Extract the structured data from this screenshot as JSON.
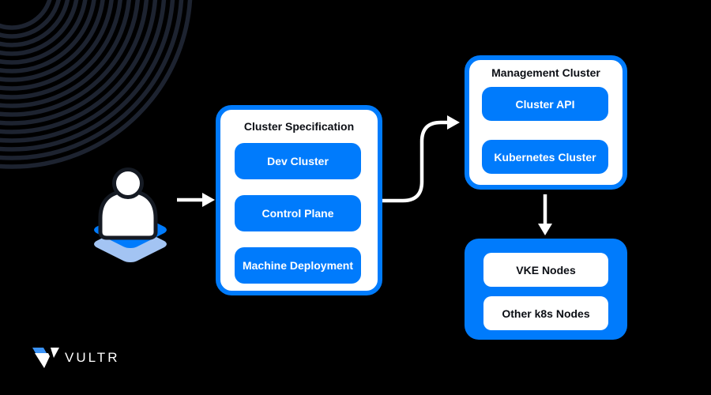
{
  "colors": {
    "background": "#000000",
    "primary_blue": "#007BFC",
    "light_blue": "#A3C4F3",
    "arc_decoration": "#1D2330",
    "panel_white": "#FFFFFF",
    "text_dark": "#0B0E14"
  },
  "logo": {
    "brand": "VULTR"
  },
  "diagram": {
    "actor": {
      "icon": "user-on-layer-stack"
    },
    "cluster_specification": {
      "title": "Cluster Specification",
      "items": [
        "Dev Cluster",
        "Control Plane",
        "Machine Deployment"
      ]
    },
    "management_cluster": {
      "title": "Management Cluster",
      "items": [
        "Cluster API",
        "Kubernetes Cluster"
      ]
    },
    "worker_nodes": {
      "items": [
        "VKE Nodes",
        "Other k8s Nodes"
      ]
    },
    "flows": [
      "user-to-cluster-specification",
      "cluster-specification-to-management-cluster",
      "management-cluster-to-worker-nodes"
    ]
  }
}
